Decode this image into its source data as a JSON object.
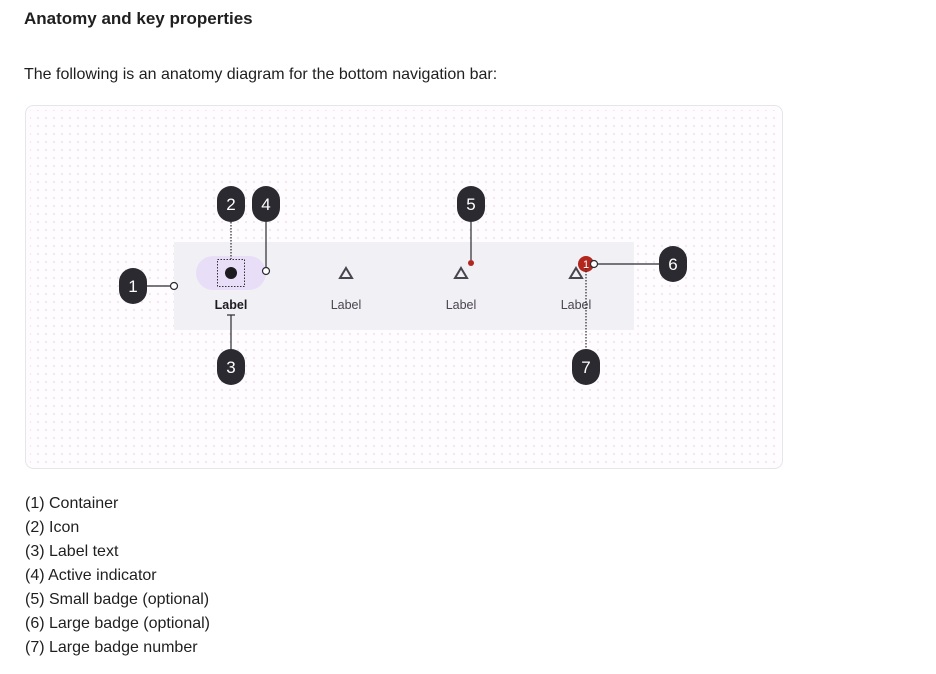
{
  "heading": "Anatomy and key properties",
  "intro": "The following is an anatomy diagram for the bottom navigation bar:",
  "diagram": {
    "nav_items": [
      {
        "label": "Label",
        "active": true
      },
      {
        "label": "Label"
      },
      {
        "label": "Label",
        "badge": "small"
      },
      {
        "label": "Label",
        "badge": "large",
        "badge_number": "1"
      }
    ],
    "callouts": [
      "1",
      "2",
      "3",
      "4",
      "5",
      "6",
      "7"
    ],
    "colors": {
      "callout": "#2b2a30",
      "container": "#f1f0f5",
      "indicator": "#e8def8",
      "badge": "#b3261e",
      "grid_dot": "#e8c8e0"
    }
  },
  "legend": [
    "(1) Container",
    "(2) Icon",
    "(3) Label text",
    "(4) Active indicator",
    "(5) Small badge (optional)",
    "(6) Large badge (optional)",
    "(7) Large badge number"
  ]
}
